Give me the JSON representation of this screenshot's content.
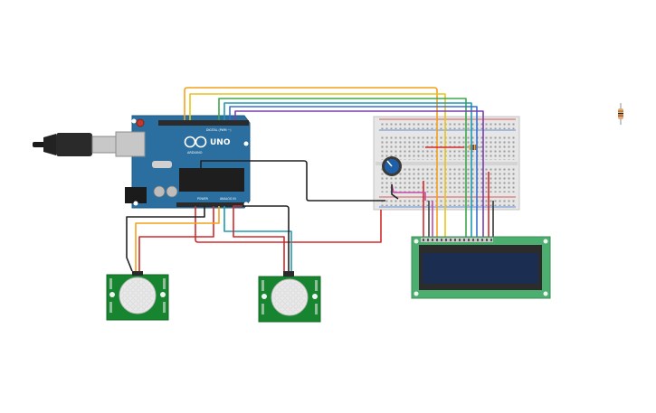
{
  "arduino": {
    "brand": "ARDUINO",
    "model": "UNO",
    "header_digital": "DIGITAL (PWM ~)",
    "header_power": "POWER",
    "header_analog": "ANALOG IN"
  },
  "colors": {
    "board": "#2a6fa0",
    "breadboard": "#e6e6e6",
    "sensor_pcb": "#17852f",
    "lcd_pcb": "#4caf70",
    "lcd_screen": "#1c2d52",
    "wire_orange": "#f4a11d",
    "wire_yellow": "#e6c619",
    "wire_green": "#3ea84a",
    "wire_teal": "#1e9bb0",
    "wire_blue": "#3a6fd0",
    "wire_purple": "#7a3fb0",
    "wire_red": "#d22a2a",
    "wire_black": "#222222",
    "wire_magenta": "#c54aa8"
  }
}
